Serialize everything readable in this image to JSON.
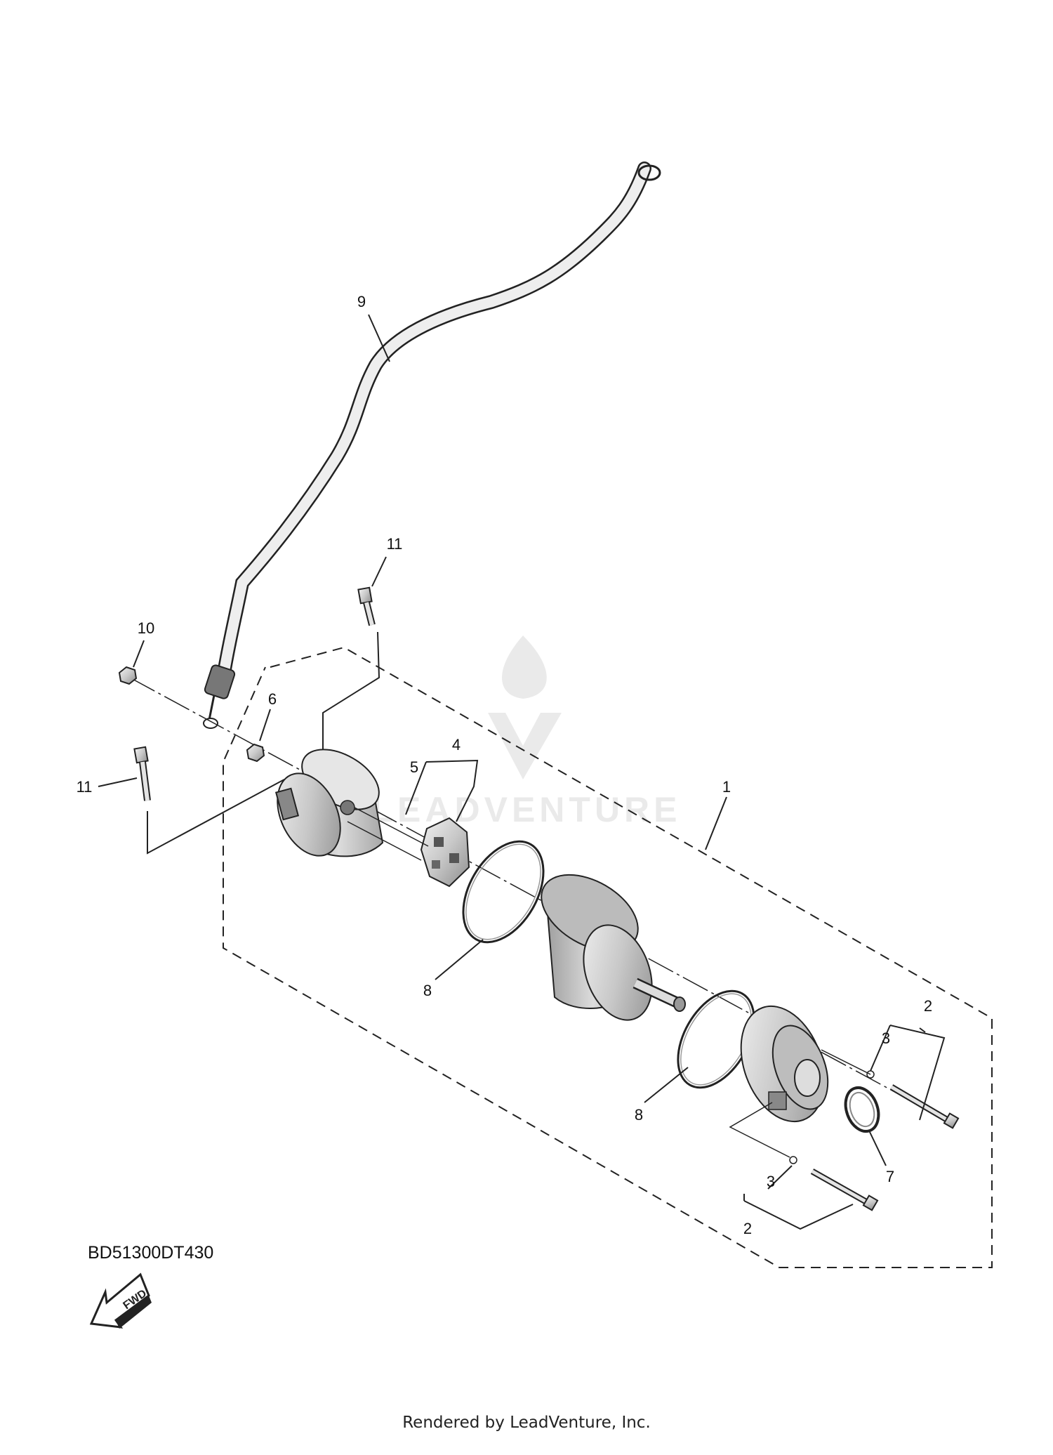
{
  "diagram_code": "BD51300DT430",
  "credit": "Rendered by LeadVenture, Inc.",
  "watermark": "LEADVENTURE",
  "fwd_label": "FWD",
  "callouts": {
    "c1": "1",
    "c2a": "2",
    "c2b": "2",
    "c3a": "3",
    "c3b": "3",
    "c4": "4",
    "c5": "5",
    "c6": "6",
    "c7": "7",
    "c8a": "8",
    "c8b": "8",
    "c9": "9",
    "c10": "10",
    "c11a": "11",
    "c11b": "11"
  },
  "colors": {
    "line": "#222222",
    "fill_light": "#d9d9d9",
    "fill_dark": "#9a9a9a"
  }
}
